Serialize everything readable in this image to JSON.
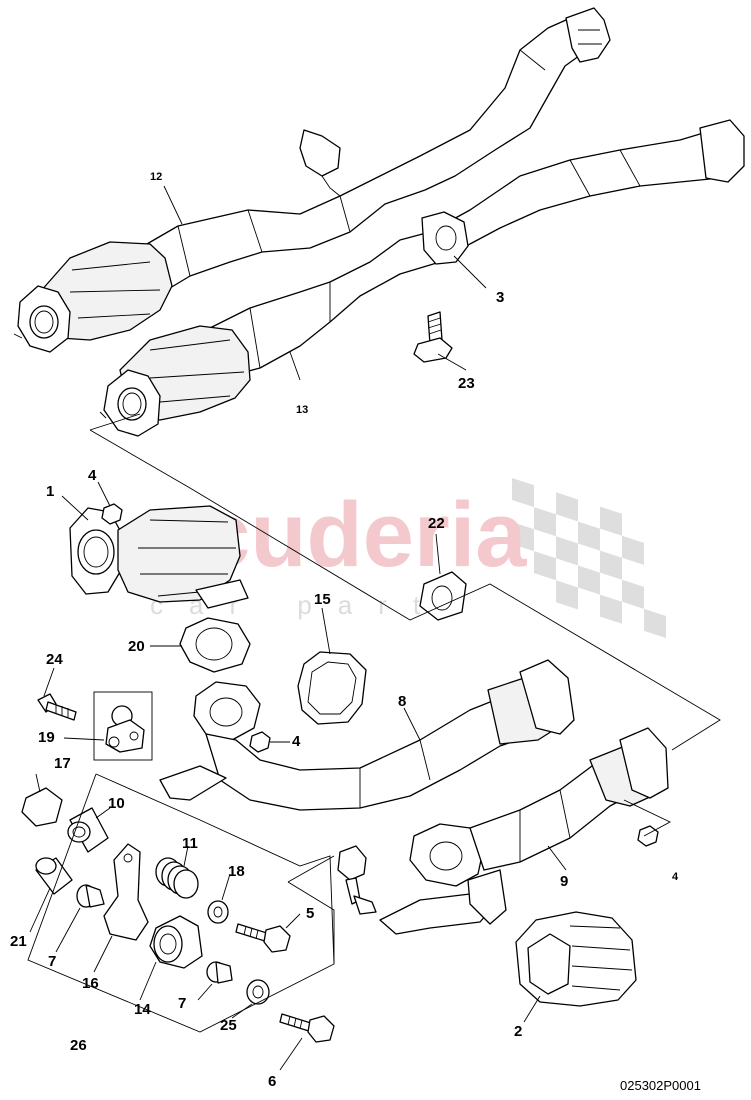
{
  "watermark": {
    "word": "scuderia",
    "sub": "car parts",
    "word_color": "#f4c9cd",
    "checker_color": "#dedede"
  },
  "drawing_number": "025302P0001",
  "callouts": [
    {
      "id": "c1",
      "text": "1"
    },
    {
      "id": "c2",
      "text": "2"
    },
    {
      "id": "c3",
      "text": "3"
    },
    {
      "id": "c4a",
      "text": "4"
    },
    {
      "id": "c4b",
      "text": "4"
    },
    {
      "id": "c4c",
      "text": "4"
    },
    {
      "id": "c5",
      "text": "5"
    },
    {
      "id": "c6",
      "text": "6"
    },
    {
      "id": "c7a",
      "text": "7"
    },
    {
      "id": "c7b",
      "text": "7"
    },
    {
      "id": "c8",
      "text": "8"
    },
    {
      "id": "c9",
      "text": "9"
    },
    {
      "id": "c10",
      "text": "10"
    },
    {
      "id": "c11",
      "text": "11"
    },
    {
      "id": "c12",
      "text": "12"
    },
    {
      "id": "c13",
      "text": "13"
    },
    {
      "id": "c14",
      "text": "14"
    },
    {
      "id": "c15",
      "text": "15"
    },
    {
      "id": "c16",
      "text": "16"
    },
    {
      "id": "c17",
      "text": "17"
    },
    {
      "id": "c18",
      "text": "18"
    },
    {
      "id": "c19",
      "text": "19"
    },
    {
      "id": "c20",
      "text": "20"
    },
    {
      "id": "c21",
      "text": "21"
    },
    {
      "id": "c22",
      "text": "22"
    },
    {
      "id": "c23",
      "text": "23"
    },
    {
      "id": "c24",
      "text": "24"
    },
    {
      "id": "c25",
      "text": "25"
    },
    {
      "id": "c26",
      "text": "26"
    }
  ]
}
